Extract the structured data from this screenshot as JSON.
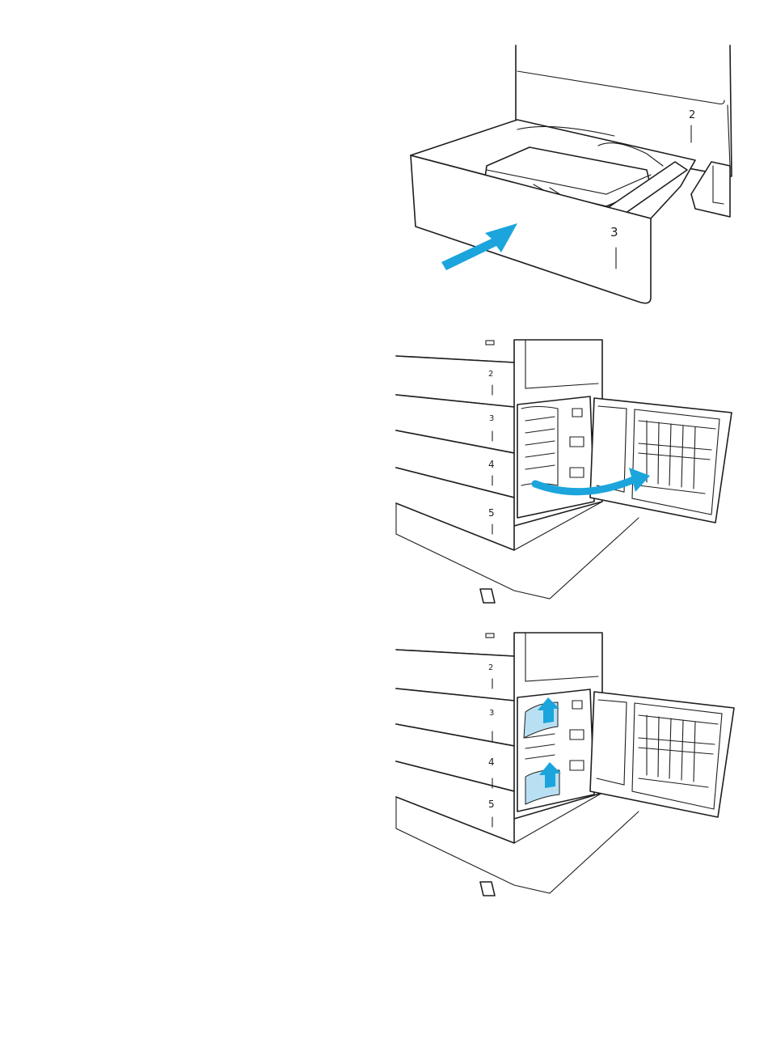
{
  "steps": [
    {
      "tray_labels": {
        "upper": "2",
        "lower": "3"
      },
      "arrow_color": "#1ba5dc",
      "arrow_icon": "push-arrow-icon"
    },
    {
      "tray_labels": [
        "2",
        "3",
        "4",
        "5"
      ],
      "arrow_color": "#1ba5dc",
      "arrow_icon": "curved-arrow-icon"
    },
    {
      "tray_labels": [
        "2",
        "3",
        "4",
        "5"
      ],
      "arrow_color": "#1ba5dc",
      "paper_color": "#b9e0f2",
      "arrow_icon": "up-arrow-icon"
    }
  ]
}
